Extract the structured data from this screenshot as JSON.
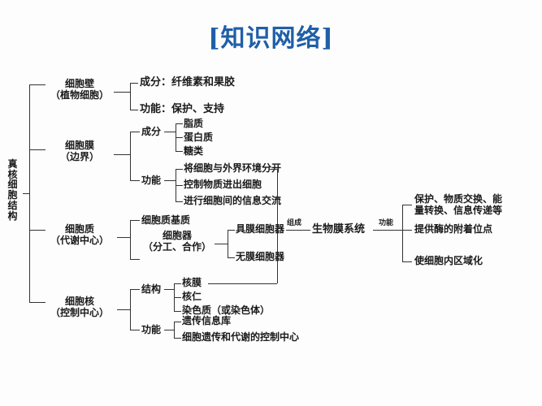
{
  "title": "[知识网络]",
  "root": {
    "label": "真核细胞结构"
  },
  "branches": {
    "cell_wall": {
      "label_line1": "细胞壁",
      "label_line2": "（植物细胞）",
      "children": [
        {
          "label": "成分：纤维素和果胶"
        },
        {
          "label": "功能：保护、支持"
        }
      ]
    },
    "cell_membrane": {
      "label_line1": "细胞膜",
      "label_line2": "（边界）",
      "composition": {
        "label": "成分",
        "items": [
          {
            "label": "脂质"
          },
          {
            "label": "蛋白质"
          },
          {
            "label": "糖类"
          }
        ]
      },
      "function": {
        "label": "功能",
        "items": [
          {
            "label": "将细胞与外界环境分开"
          },
          {
            "label": "控制物质进出细胞"
          },
          {
            "label": "进行细胞间的信息交流"
          }
        ]
      }
    },
    "cytoplasm": {
      "label_line1": "细胞质",
      "label_line2": "（代谢中心）",
      "matrix": {
        "label": "细胞质基质"
      },
      "organelle": {
        "label_line1": "细胞器",
        "label_line2": "（分工、合作）",
        "items": [
          {
            "label": "具膜细胞器"
          },
          {
            "label": "无膜细胞器"
          }
        ]
      }
    },
    "nucleus": {
      "label_line1": "细胞核",
      "label_line2": "（控制中心）",
      "structure": {
        "label": "结构",
        "items": [
          {
            "label": "核膜"
          },
          {
            "label": "核仁"
          },
          {
            "label": "染色质（或染色体）"
          }
        ]
      },
      "function": {
        "label": "功能",
        "items": [
          {
            "label": "遗传信息库"
          },
          {
            "label": "细胞遗传和代谢的控制中心"
          }
        ]
      }
    }
  },
  "membrane_system": {
    "incoming_edge_label": "组成",
    "label": "生物膜系统",
    "outgoing_edge_label": "功能",
    "functions": [
      {
        "line1": "保护、物质交换、能",
        "line2": "量转换、信息传递等"
      },
      {
        "line1": "提供酶的附着位点",
        "line2": ""
      },
      {
        "line1": "使细胞内区域化",
        "line2": ""
      }
    ]
  },
  "colors": {
    "title": "#1f5fa8",
    "text": "#1a1a1a",
    "line": "#333333",
    "background": "#fdfdfd"
  }
}
